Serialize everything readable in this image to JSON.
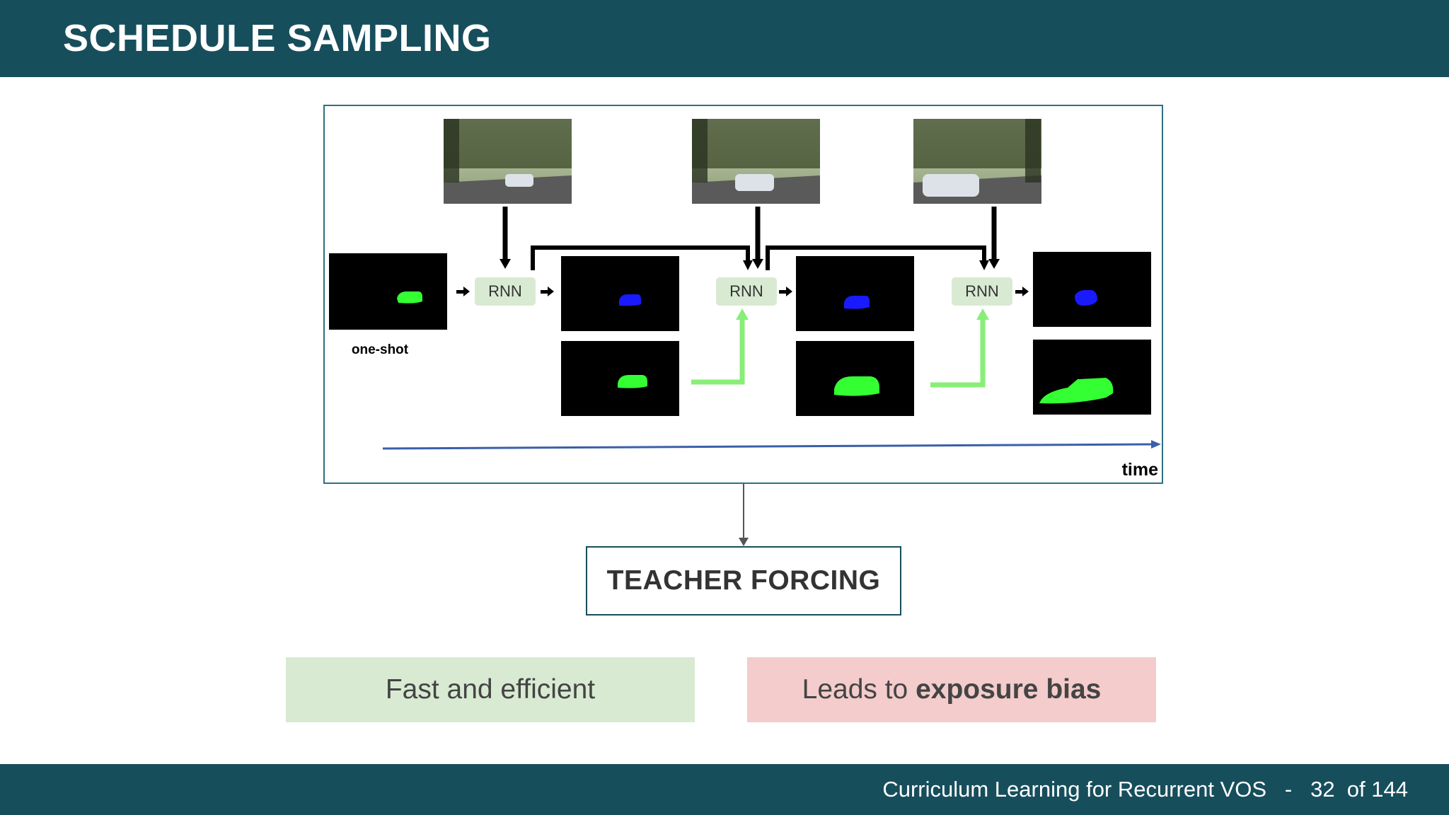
{
  "header": {
    "title": "SCHEDULE SAMPLING"
  },
  "diagram": {
    "rnn_label": "RNN",
    "first_frame_label": "one-shot",
    "time_label": "time"
  },
  "teacher_forcing": {
    "label": "TEACHER FORCING"
  },
  "pros": {
    "label": "Fast and efficient"
  },
  "cons": {
    "prefix": "Leads to ",
    "emphasis": "exposure bias"
  },
  "footer": {
    "deck_title": "Curriculum Learning for Recurrent VOS",
    "separator": "-",
    "page_number": "32",
    "page_total": "of 144"
  },
  "colors": {
    "header_bg": "#174e5c",
    "rnn_box": "#d9ead3",
    "mask_green": "#33ff33",
    "mask_blue": "#1a1aff",
    "arrow_green": "#88ee77",
    "time_axis": "#3b5fa8"
  }
}
